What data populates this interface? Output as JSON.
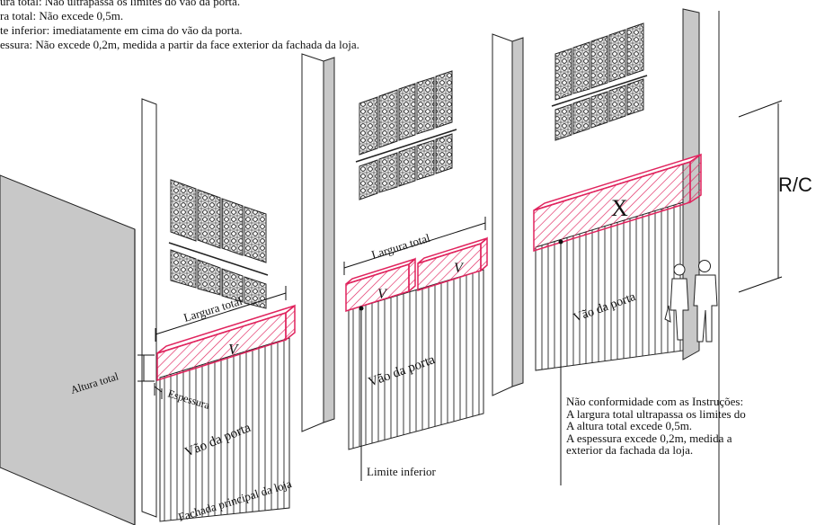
{
  "requirements": [
    "ura total: Não ultrapassa os limites do vão da porta.",
    "ra total: Não excede 0,5m.",
    "te inferior: imediatamente em cima do vão da porta.",
    "essura: Não excede 0,2m, medida a partir da face exterior da fachada da loja."
  ],
  "labels": {
    "largura_total_1": "Largura total",
    "largura_total_2": "Largura total",
    "altura_total": "Altura total",
    "espessura": "Espessura",
    "vao_porta_1": "Vão da porta",
    "vao_porta_2": "Vão da porta",
    "vao_porta_3": "Vão da porta",
    "fachada": "Fachada principal da loja",
    "limite_inferior": "Limite inferior",
    "floor": "R/C"
  },
  "marks": {
    "conforming": "V",
    "non_conforming": "X"
  },
  "non_conformity": {
    "heading": "Não conformidade com as Instruções:",
    "lines": [
      "A largura total ultrapassa os limites do",
      "A altura total excede 0,5m.",
      "A espessura excede 0,2m, medida a",
      "exterior da fachada da loja."
    ]
  },
  "colors": {
    "signboard": "#e0245e",
    "line": "#111111"
  }
}
